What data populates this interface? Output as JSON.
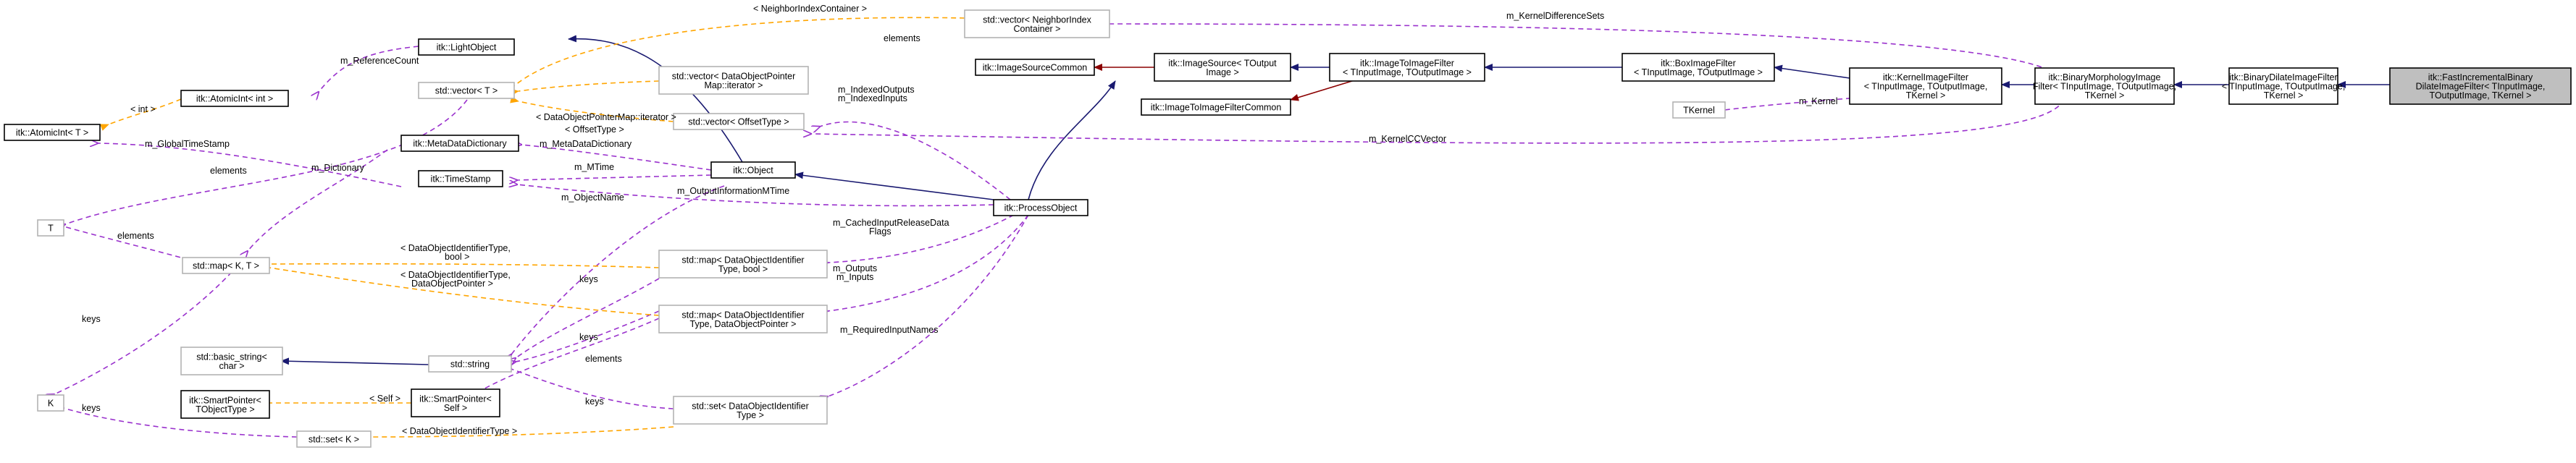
{
  "colors": {
    "inherit": "#191970",
    "inherit_private": "#8b0000",
    "usage": "#9a32cd",
    "template": "#ffa500",
    "focus_fill": "#bfbfbf",
    "gray_border": "#b3b3b3"
  },
  "nodes": [
    {
      "id": "fastinc",
      "lines": [
        "itk::FastIncrementalBinary",
        "DilateImageFilter< TInputImage,",
        "TOutputImage, TKernel >"
      ],
      "style": "focus"
    },
    {
      "id": "bindilate",
      "lines": [
        "itk::BinaryDilateImageFilter",
        "< TInputImage, TOutputImage,",
        "TKernel >"
      ],
      "style": "black"
    },
    {
      "id": "binmorph",
      "lines": [
        "itk::BinaryMorphologyImage",
        "Filter< TInputImage, TOutputImage,",
        "TKernel >"
      ],
      "style": "black"
    },
    {
      "id": "kernelimg",
      "lines": [
        "itk::KernelImageFilter",
        "< TInputImage, TOutputImage,",
        "TKernel >"
      ],
      "style": "black"
    },
    {
      "id": "boximg",
      "lines": [
        "itk::BoxImageFilter",
        "< TInputImage, TOutputImage >"
      ],
      "style": "black"
    },
    {
      "id": "imgtoimg",
      "lines": [
        "itk::ImageToImageFilter",
        "< TInputImage, TOutputImage >"
      ],
      "style": "black"
    },
    {
      "id": "imgsource",
      "lines": [
        "itk::ImageSource< TOutput",
        "Image >"
      ],
      "style": "black"
    },
    {
      "id": "imgsourcecommon",
      "lines": [
        "itk::ImageSourceCommon"
      ],
      "style": "black"
    },
    {
      "id": "imgtoimgcommon",
      "lines": [
        "itk::ImageToImageFilterCommon"
      ],
      "style": "black"
    },
    {
      "id": "tkernel",
      "lines": [
        "TKernel"
      ],
      "style": "gray"
    },
    {
      "id": "procobj",
      "lines": [
        "itk::ProcessObject"
      ],
      "style": "black"
    },
    {
      "id": "object",
      "lines": [
        "itk::Object"
      ],
      "style": "black"
    },
    {
      "id": "lightobj",
      "lines": [
        "itk::LightObject"
      ],
      "style": "black"
    },
    {
      "id": "vecneigh",
      "lines": [
        "std::vector< NeighborIndex",
        "Container >"
      ],
      "style": "gray"
    },
    {
      "id": "vect",
      "lines": [
        "std::vector< T >"
      ],
      "style": "gray"
    },
    {
      "id": "vecdop",
      "lines": [
        "std::vector< DataObjectPointer",
        "Map::iterator >"
      ],
      "style": "gray"
    },
    {
      "id": "vecoff",
      "lines": [
        "std::vector< OffsetType >"
      ],
      "style": "gray"
    },
    {
      "id": "atomicint",
      "lines": [
        "itk::AtomicInt< int >"
      ],
      "style": "black"
    },
    {
      "id": "atomict",
      "lines": [
        "itk::AtomicInt< T >"
      ],
      "style": "black"
    },
    {
      "id": "metadict",
      "lines": [
        "itk::MetaDataDictionary"
      ],
      "style": "black"
    },
    {
      "id": "timestamp",
      "lines": [
        "itk::TimeStamp"
      ],
      "style": "black"
    },
    {
      "id": "T",
      "lines": [
        "T"
      ],
      "style": "gray"
    },
    {
      "id": "mapkt",
      "lines": [
        "std::map< K, T >"
      ],
      "style": "gray"
    },
    {
      "id": "mapbool",
      "lines": [
        "std::map< DataObjectIdentifier",
        "Type, bool >"
      ],
      "style": "gray"
    },
    {
      "id": "mapdop",
      "lines": [
        "std::map< DataObjectIdentifier",
        "Type, DataObjectPointer >"
      ],
      "style": "gray"
    },
    {
      "id": "basicstring",
      "lines": [
        "std::basic_string<",
        "char >"
      ],
      "style": "gray"
    },
    {
      "id": "stdstring",
      "lines": [
        "std::string"
      ],
      "style": "gray"
    },
    {
      "id": "K",
      "lines": [
        "K"
      ],
      "style": "gray"
    },
    {
      "id": "smartptrobj",
      "lines": [
        "itk::SmartPointer<",
        "TObjectType >"
      ],
      "style": "black"
    },
    {
      "id": "smartptrself",
      "lines": [
        "itk::SmartPointer<",
        "Self >"
      ],
      "style": "black"
    },
    {
      "id": "setk",
      "lines": [
        "std::set< K >"
      ],
      "style": "gray"
    },
    {
      "id": "setdoi",
      "lines": [
        "std::set< DataObjectIdentifier",
        "Type >"
      ],
      "style": "gray"
    }
  ],
  "edge_labels": [
    {
      "id": "lbl_neighcont",
      "text": "< NeighborIndexContainer >"
    },
    {
      "id": "lbl_kds",
      "text": "m_KernelDifferenceSets"
    },
    {
      "id": "lbl_refcount",
      "text": "m_ReferenceCount"
    },
    {
      "id": "lbl_elements_top",
      "text": "elements"
    },
    {
      "id": "lbl_int",
      "text": "< int >"
    },
    {
      "id": "lbl_kernel",
      "text": "m_Kernel"
    },
    {
      "id": "lbl_dopmap1",
      "text": "< DataObjectPointerMap::iterator >"
    },
    {
      "id": "lbl_offtype",
      "text": "< OffsetType >"
    },
    {
      "id": "lbl_idxout",
      "text": "m_IndexedOutputs"
    },
    {
      "id": "lbl_idxin",
      "text": "m_IndexedInputs"
    },
    {
      "id": "lbl_kccv",
      "text": "m_KernelCCVector"
    },
    {
      "id": "lbl_gts",
      "text": "m_GlobalTimeStamp"
    },
    {
      "id": "lbl_elements_left",
      "text": "elements"
    },
    {
      "id": "lbl_dict",
      "text": "m_Dictionary"
    },
    {
      "id": "lbl_mdd",
      "text": "m_MetaDataDictionary"
    },
    {
      "id": "lbl_mtime",
      "text": "m_MTime"
    },
    {
      "id": "lbl_objname",
      "text": "m_ObjectName"
    },
    {
      "id": "lbl_oimt",
      "text": "m_OutputInformationMTime"
    },
    {
      "id": "lbl_elements_t",
      "text": "elements"
    },
    {
      "id": "lbl_cirdf1",
      "text": "m_CachedInputReleaseData"
    },
    {
      "id": "lbl_cirdf2",
      "text": "Flags"
    },
    {
      "id": "lbl_doitb1",
      "text": "< DataObjectIdentifierType,"
    },
    {
      "id": "lbl_doitb2",
      "text": "bool >"
    },
    {
      "id": "lbl_doitp1",
      "text": "< DataObjectIdentifierType,"
    },
    {
      "id": "lbl_doitp2",
      "text": "DataObjectPointer >"
    },
    {
      "id": "lbl_keys_map",
      "text": "keys"
    },
    {
      "id": "lbl_outputs",
      "text": "m_Outputs"
    },
    {
      "id": "lbl_inputs",
      "text": "m_Inputs"
    },
    {
      "id": "lbl_keys_left",
      "text": "keys"
    },
    {
      "id": "lbl_keys_mid",
      "text": "keys"
    },
    {
      "id": "lbl_reqin",
      "text": "m_RequiredInputNames"
    },
    {
      "id": "lbl_elements_sp",
      "text": "elements"
    },
    {
      "id": "lbl_self",
      "text": "< Self >"
    },
    {
      "id": "lbl_keys_bottom",
      "text": "keys"
    },
    {
      "id": "lbl_keys_set",
      "text": "keys"
    },
    {
      "id": "lbl_doit_set",
      "text": "< DataObjectIdentifierType >"
    }
  ]
}
